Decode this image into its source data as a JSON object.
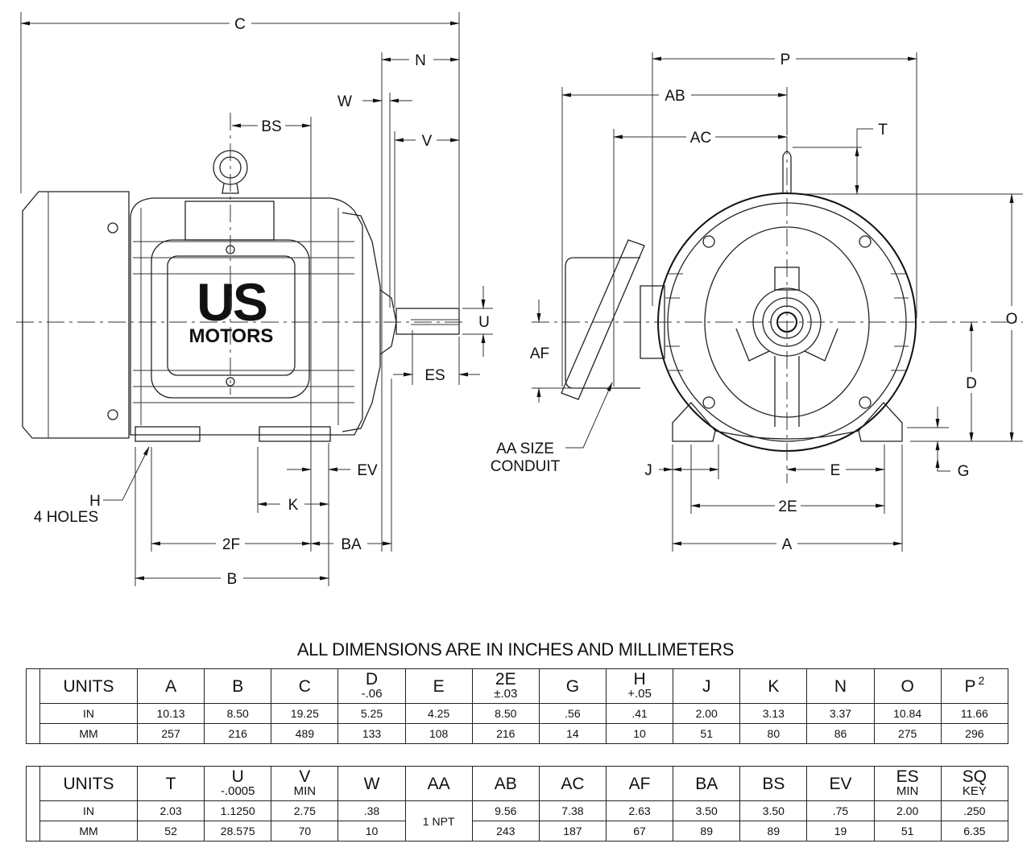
{
  "drawing": {
    "side_view": {
      "brand_line1": "US",
      "brand_line2": "MOTORS",
      "labels": {
        "C": "C",
        "N": "N",
        "W": "W",
        "V": "V",
        "BS": "BS",
        "U": "U",
        "ES": "ES",
        "EV": "EV",
        "K": "K",
        "H": "H",
        "H_note": "4 HOLES",
        "F2": "2F",
        "BA": "BA",
        "B": "B"
      }
    },
    "end_view": {
      "labels": {
        "P": "P",
        "AB": "AB",
        "AC": "AC",
        "T": "T",
        "O": "O",
        "AF": "AF",
        "D": "D",
        "AA_line1": "AA SIZE",
        "AA_line2": "CONDUIT",
        "J": "J",
        "E": "E",
        "G": "G",
        "E2": "2E",
        "A": "A"
      }
    }
  },
  "table_title": "ALL DIMENSIONS ARE IN INCHES AND MILLIMETERS",
  "table1": {
    "units_label": "UNITS",
    "row_labels": [
      "IN",
      "MM"
    ],
    "columns": [
      {
        "name": "A",
        "tol": "",
        "in": "10.13",
        "mm": "257"
      },
      {
        "name": "B",
        "tol": "",
        "in": "8.50",
        "mm": "216"
      },
      {
        "name": "C",
        "tol": "",
        "in": "19.25",
        "mm": "489"
      },
      {
        "name": "D",
        "tol": "-.06",
        "in": "5.25",
        "mm": "133"
      },
      {
        "name": "E",
        "tol": "",
        "in": "4.25",
        "mm": "108"
      },
      {
        "name": "2E",
        "tol": "±.03",
        "in": "8.50",
        "mm": "216"
      },
      {
        "name": "G",
        "tol": "",
        "in": ".56",
        "mm": "14"
      },
      {
        "name": "H",
        "tol": "+.05",
        "in": ".41",
        "mm": "10"
      },
      {
        "name": "J",
        "tol": "",
        "in": "2.00",
        "mm": "51"
      },
      {
        "name": "K",
        "tol": "",
        "in": "3.13",
        "mm": "80"
      },
      {
        "name": "N",
        "tol": "",
        "in": "3.37",
        "mm": "86"
      },
      {
        "name": "O",
        "tol": "",
        "in": "10.84",
        "mm": "275"
      },
      {
        "name": "P",
        "sup": "2",
        "tol": "",
        "in": "11.66",
        "mm": "296"
      }
    ]
  },
  "table2": {
    "units_label": "UNITS",
    "row_labels": [
      "IN",
      "MM"
    ],
    "columns": [
      {
        "name": "T",
        "tol": "",
        "in": "2.03",
        "mm": "52"
      },
      {
        "name": "U",
        "tol": "-.0005",
        "in": "1.1250",
        "mm": "28.575"
      },
      {
        "name": "V",
        "tol": "MIN",
        "in": "2.75",
        "mm": "70"
      },
      {
        "name": "W",
        "tol": "",
        "in": ".38",
        "mm": "10"
      },
      {
        "name": "AA",
        "tol": "",
        "merged": "1 NPT"
      },
      {
        "name": "AB",
        "tol": "",
        "in": "9.56",
        "mm": "243"
      },
      {
        "name": "AC",
        "tol": "",
        "in": "7.38",
        "mm": "187"
      },
      {
        "name": "AF",
        "tol": "",
        "in": "2.63",
        "mm": "67"
      },
      {
        "name": "BA",
        "tol": "",
        "in": "3.50",
        "mm": "89"
      },
      {
        "name": "BS",
        "tol": "",
        "in": "3.50",
        "mm": "89"
      },
      {
        "name": "EV",
        "tol": "",
        "in": ".75",
        "mm": "19"
      },
      {
        "name": "ES",
        "tol": "MIN",
        "in": "2.00",
        "mm": "51"
      },
      {
        "name": "SQ",
        "tol": "KEY",
        "in": ".250",
        "mm": "6.35"
      }
    ]
  }
}
